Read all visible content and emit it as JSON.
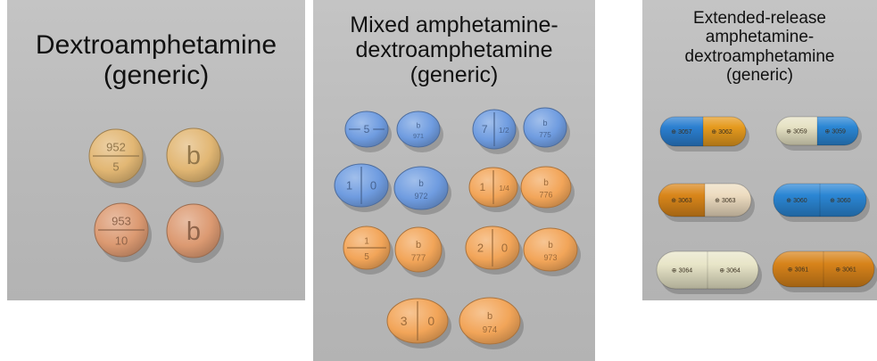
{
  "panels": [
    {
      "id": "dextroamphetamine",
      "title_lines": [
        "Dextroamphetamine",
        "(generic)"
      ],
      "pills": [
        {
          "shape": "round",
          "color": "#e2b774",
          "imprint": [
            "952",
            "5"
          ]
        },
        {
          "shape": "round",
          "color": "#e2b774",
          "imprint": [
            "b"
          ]
        },
        {
          "shape": "round",
          "color": "#dc9a72",
          "imprint": [
            "953",
            "10"
          ]
        },
        {
          "shape": "round",
          "color": "#dc9a72",
          "imprint": [
            "b"
          ]
        }
      ]
    },
    {
      "id": "mixed-amphetamine",
      "title_lines": [
        "Mixed amphetamine-",
        "dextroamphetamine",
        "(generic)"
      ],
      "pills": [
        {
          "shape": "oval",
          "color": "#6f9ce0",
          "imprint": [
            "5"
          ]
        },
        {
          "shape": "oval",
          "color": "#6f9ce0",
          "imprint": [
            "b",
            "971"
          ]
        },
        {
          "shape": "round",
          "color": "#6f9ce0",
          "imprint": [
            "7",
            "1/2"
          ]
        },
        {
          "shape": "round",
          "color": "#6f9ce0",
          "imprint": [
            "b",
            "775"
          ]
        },
        {
          "shape": "oval",
          "color": "#6f9ce0",
          "imprint": [
            "1",
            "0"
          ]
        },
        {
          "shape": "oval",
          "color": "#6f9ce0",
          "imprint": [
            "b",
            "972"
          ]
        },
        {
          "shape": "round",
          "color": "#f2a559",
          "imprint": [
            "1",
            "1/4"
          ]
        },
        {
          "shape": "round",
          "color": "#f2a559",
          "imprint": [
            "b",
            "776"
          ]
        },
        {
          "shape": "round",
          "color": "#f2a559",
          "imprint": [
            "1",
            "5"
          ]
        },
        {
          "shape": "round",
          "color": "#f2a559",
          "imprint": [
            "b",
            "777"
          ]
        },
        {
          "shape": "oval",
          "color": "#f2a559",
          "imprint": [
            "2",
            "0"
          ]
        },
        {
          "shape": "oval",
          "color": "#f2a559",
          "imprint": [
            "b",
            "973"
          ]
        },
        {
          "shape": "oval",
          "color": "#f2a559",
          "imprint": [
            "3",
            "0"
          ]
        },
        {
          "shape": "oval",
          "color": "#f2a559",
          "imprint": [
            "b",
            "974"
          ]
        }
      ]
    },
    {
      "id": "extended-release",
      "title_lines": [
        "Extended-release",
        "amphetamine-",
        "dextroamphetamine",
        "(generic)"
      ],
      "capsules": [
        {
          "left_color": "#2b7fd0",
          "right_color": "#e59a1e",
          "imprint": [
            "3057",
            "3062"
          ]
        },
        {
          "left_color": "#e6e2c4",
          "right_color": "#2b86d4",
          "imprint": [
            "3059",
            "3059"
          ]
        },
        {
          "left_color": "#d9861a",
          "right_color": "#eddcc0",
          "imprint": [
            "3063",
            "3063"
          ]
        },
        {
          "left_color": "#2b86d4",
          "right_color": "#2b86d4",
          "imprint": [
            "3060",
            "3060"
          ]
        },
        {
          "left_color": "#e8e5c8",
          "right_color": "#e8e5c8",
          "imprint": [
            "3064",
            "3064"
          ]
        },
        {
          "left_color": "#d7831a",
          "right_color": "#d7831a",
          "imprint": [
            "3061",
            "3061"
          ]
        }
      ]
    }
  ]
}
